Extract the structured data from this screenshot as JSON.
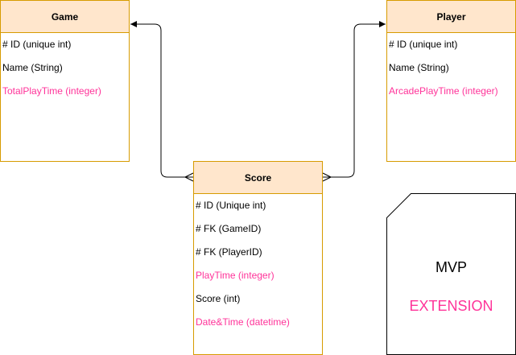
{
  "colors": {
    "header_fill": "#ffe6cc",
    "border": "#d79b00",
    "mvp_text": "#000000",
    "extension_text": "#ff3399"
  },
  "entities": {
    "game": {
      "title": "Game",
      "fields": [
        {
          "text": "# ID (unique int)",
          "kind": "mvp"
        },
        {
          "text": "Name (String)",
          "kind": "mvp"
        },
        {
          "text": "TotalPlayTime (integer)",
          "kind": "extension"
        }
      ]
    },
    "player": {
      "title": "Player",
      "fields": [
        {
          "text": "# ID (unique int)",
          "kind": "mvp"
        },
        {
          "text": "Name (String)",
          "kind": "mvp"
        },
        {
          "text": "ArcadePlayTime (integer)",
          "kind": "extension"
        }
      ]
    },
    "score": {
      "title": "Score",
      "fields": [
        {
          "text": "# ID (Unique int)",
          "kind": "mvp"
        },
        {
          "text": "# FK (GameID)",
          "kind": "mvp"
        },
        {
          "text": "# FK (PlayerID)",
          "kind": "mvp"
        },
        {
          "text": "PlayTime (integer)",
          "kind": "extension"
        },
        {
          "text": "Score (int)",
          "kind": "mvp"
        },
        {
          "text": "Date&Time (datetime)",
          "kind": "extension"
        }
      ]
    }
  },
  "relations": [
    {
      "from": "score",
      "to": "game",
      "from_end": "many",
      "to_end": "arrow"
    },
    {
      "from": "score",
      "to": "player",
      "from_end": "many",
      "to_end": "arrow"
    }
  ],
  "legend": {
    "mvp_label": "MVP",
    "extension_label": "EXTENSION"
  }
}
